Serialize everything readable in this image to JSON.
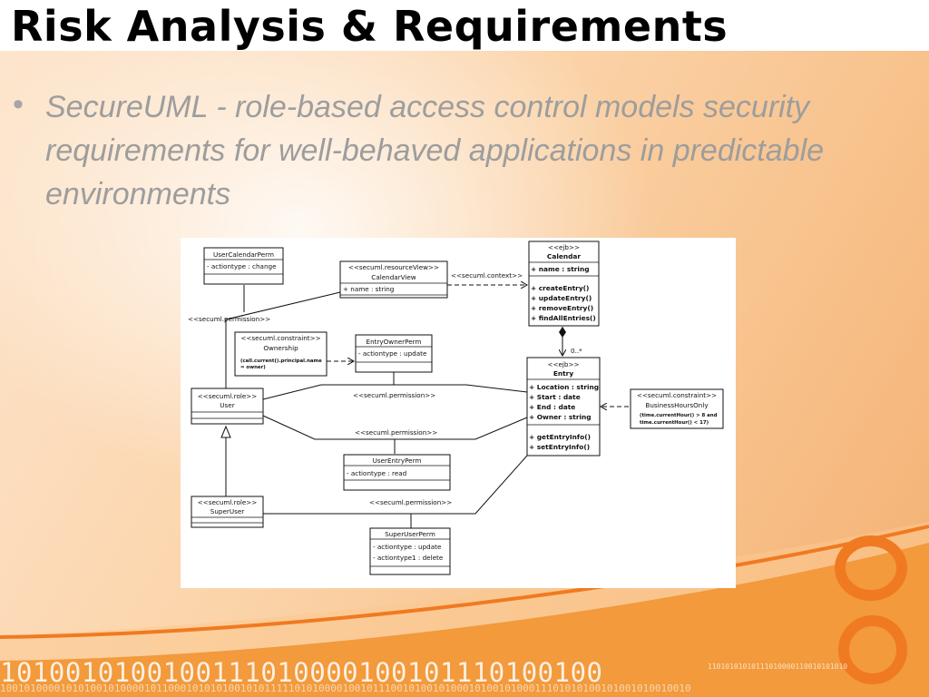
{
  "slide": {
    "title": "Risk Analysis & Requirements",
    "bullet_marker": "•",
    "bullet_text": "SecureUML - role-based access control models security requirements for well-behaved applications in predictable environments",
    "footer_binary_large": "1010010100100111010000100101110100100",
    "footer_binary_tiny": "11010101010111010000110010101010",
    "footer_binary_small": "1001010000101010010100001011000101010100101011111010100001001011100101001010001010010100011101010100101001010010010"
  },
  "colors": {
    "title": "#000000",
    "bullet_text": "#9d9d9d",
    "swoosh_orange": "#f07a21",
    "swoosh_light": "#fbbd7d",
    "footer_band": "#f29a3c"
  },
  "diagram": {
    "boxes": {
      "user_calendar_perm": {
        "name": "UserCalendarPerm",
        "attr": "- actiontype : change"
      },
      "calendar_view": {
        "stereotype": "<<secuml.resourceView>>",
        "name": "CalendarView",
        "attr": "+ name : string"
      },
      "calendar": {
        "stereotype": "<<ejb>>",
        "name": "Calendar",
        "attr": "+ name : string",
        "ops": [
          "+ createEntry()",
          "+ updateEntry()",
          "+ removeEntry()",
          "+ findAllEntries()"
        ]
      },
      "ownership": {
        "stereotype": "<<secuml.constraint>>",
        "name": "Ownership",
        "expr": [
          "(call.current().principal.name",
          "= owner)"
        ]
      },
      "entry_owner_perm": {
        "name": "EntryOwnerPerm",
        "attr": "- actiontype : update"
      },
      "entry": {
        "stereotype": "<<ejb>>",
        "name": "Entry",
        "attrs": [
          "+ Location : string",
          "+ Start : date",
          "+ End : date",
          "+ Owner : string"
        ],
        "ops": [
          "+ getEntryInfo()",
          "+ setEntryInfo()"
        ]
      },
      "business_hours_only": {
        "stereotype": "<<secuml.constraint>>",
        "name": "BusinessHoursOnly",
        "expr": [
          "(time.currentHour() > 8 and",
          "time.currentHour() < 17)"
        ]
      },
      "user": {
        "stereotype": "<<secuml.role>>",
        "name": "User"
      },
      "user_entry_perm": {
        "name": "UserEntryPerm",
        "attr": "- actiontype : read"
      },
      "super_user": {
        "stereotype": "<<secuml.role>>",
        "name": "SuperUser"
      },
      "super_user_perm": {
        "name": "SuperUserPerm",
        "attrs": [
          "- actiontype : update",
          "- actiontype1 : delete"
        ]
      }
    },
    "labels": {
      "context": "<<secuml.context>>",
      "permission_calendar": "<<secuml.permission>>",
      "permission_owner": "<<secuml.permission>>",
      "permission_read": "<<secuml.permission>>",
      "permission_super": "<<secuml.permission>>",
      "multiplicity": "0..*"
    }
  }
}
